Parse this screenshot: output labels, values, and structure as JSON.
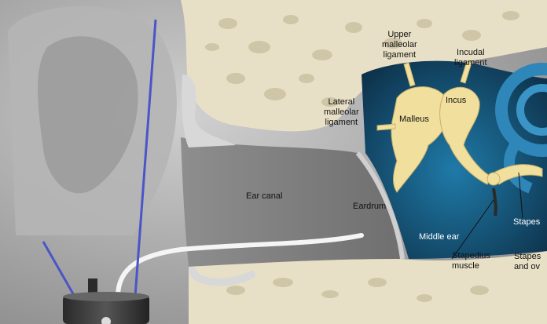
{
  "diagram": {
    "colors": {
      "skin": "#a9a9a9",
      "canal": "#7f7f7f",
      "bone": "#e9e2c8",
      "ossicle": "#f1df9e",
      "middle_ear": "#1f6f9c",
      "probe": "#3a3a3a",
      "wire": "#4a55c8"
    },
    "labels": {
      "upper_malleolar": "Upper\nmalleolar\nligament",
      "incudal": "Incudal\nligament",
      "lateral_malleolar": "Lateral\nmalleolar\nligament",
      "malleus": "Malleus",
      "incus": "Incus",
      "ear_canal": "Ear canal",
      "eardrum": "Eardrum",
      "middle_ear": "Middle ear",
      "stapes": "Stapes",
      "stapedius": "Stapedius\nmuscle",
      "stapes_oval": "Stapes\nand ov"
    }
  }
}
